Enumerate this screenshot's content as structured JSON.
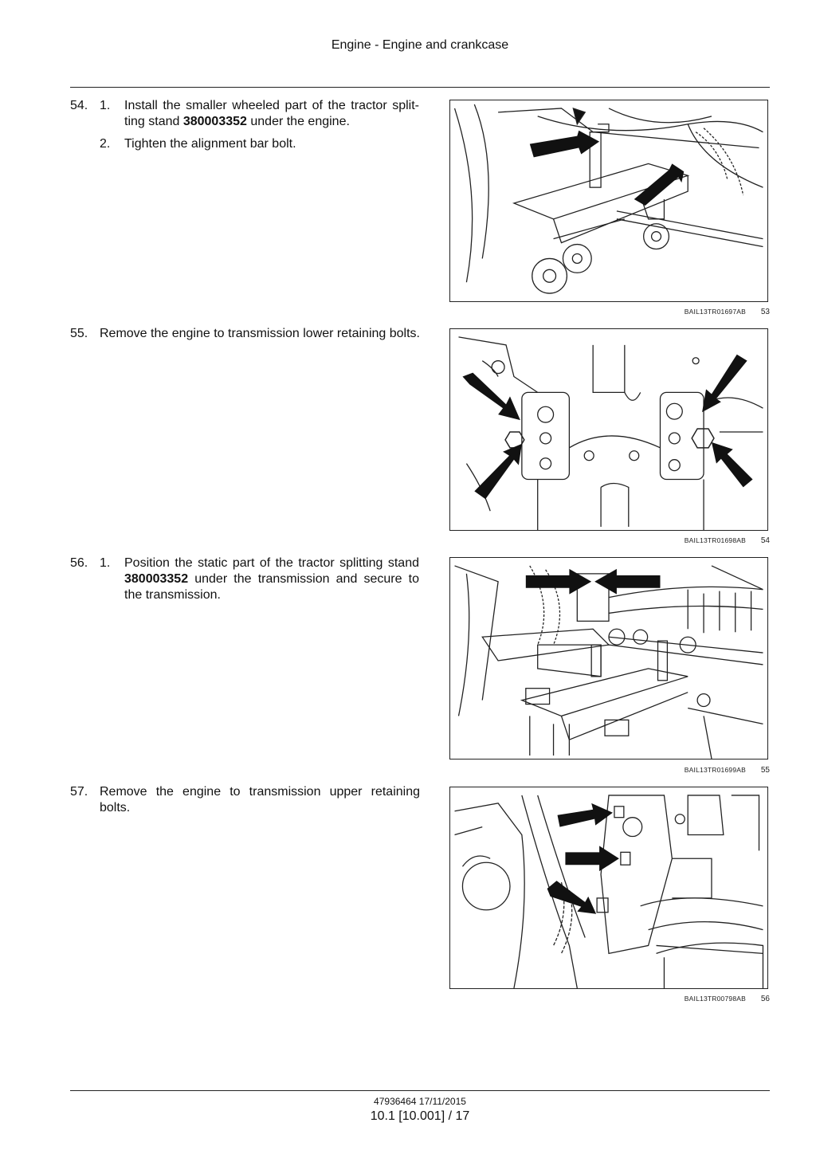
{
  "header": {
    "title": "Engine - Engine and crankcase"
  },
  "steps": [
    {
      "number": "54.",
      "substeps": [
        {
          "number": "1.",
          "text_before": "Install the smaller wheeled part of the tractor split- ting stand ",
          "bold": "380003352",
          "text_after": " under the engine."
        },
        {
          "number": "2.",
          "text": "Tighten the alignment bar bolt."
        }
      ],
      "figure": {
        "code": "BAIL13TR01697AB",
        "number": "53"
      }
    },
    {
      "number": "55.",
      "text": "Remove the engine to transmission lower retaining bolts.",
      "figure": {
        "code": "BAIL13TR01698AB",
        "number": "54"
      }
    },
    {
      "number": "56.",
      "substeps": [
        {
          "number": "1.",
          "text_before": "Position the static part of the tractor splitting stand ",
          "bold": "380003352",
          "text_after": " under the transmission and secure to the transmission."
        }
      ],
      "figure": {
        "code": "BAIL13TR01699AB",
        "number": "55"
      }
    },
    {
      "number": "57.",
      "text": "Remove the engine to transmission upper retaining bolts.",
      "figure": {
        "code": "BAIL13TR00798AB",
        "number": "56"
      }
    }
  ],
  "footer": {
    "doc_ref": "47936464 17/11/2015",
    "page_ref": "10.1 [10.001] / 17"
  }
}
